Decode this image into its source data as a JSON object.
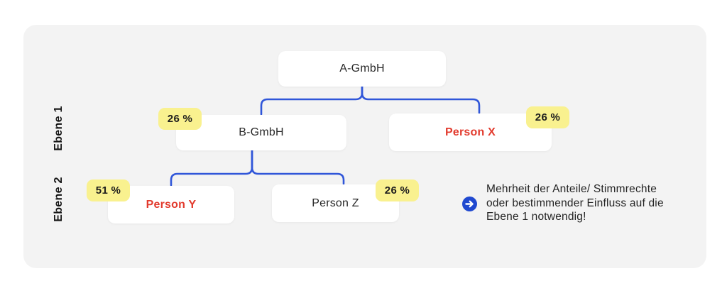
{
  "diagram": {
    "title": "ownership-structure",
    "levels": [
      {
        "label": "Ebene 1"
      },
      {
        "label": "Ebene 2"
      }
    ],
    "nodes": {
      "a_gmbh": {
        "label": "A-GmbH"
      },
      "b_gmbh": {
        "label": "B-GmbH",
        "share": "26 %",
        "parent": "a_gmbh"
      },
      "person_x": {
        "label": "Person X",
        "share": "26 %",
        "parent": "a_gmbh"
      },
      "person_y": {
        "label": "Person Y",
        "share": "51 %",
        "parent": "b_gmbh"
      },
      "person_z": {
        "label": "Person Z",
        "share": "26 %",
        "parent": "b_gmbh"
      }
    },
    "note": {
      "icon": "arrow-right-circle-icon",
      "lines": [
        "Mehrheit der Anteile/ Stimmrechte",
        "oder bestimmender Einfluss auf die",
        "Ebene 1 notwendig!"
      ]
    },
    "colors": {
      "card_bg": "#f3f3f3",
      "node_bg": "#ffffff",
      "connector": "#3056d9",
      "highlight_text": "#e23b2e",
      "badge_bg": "#f9f18f",
      "note_icon_bg": "#2049d0",
      "text": "#282828"
    }
  }
}
